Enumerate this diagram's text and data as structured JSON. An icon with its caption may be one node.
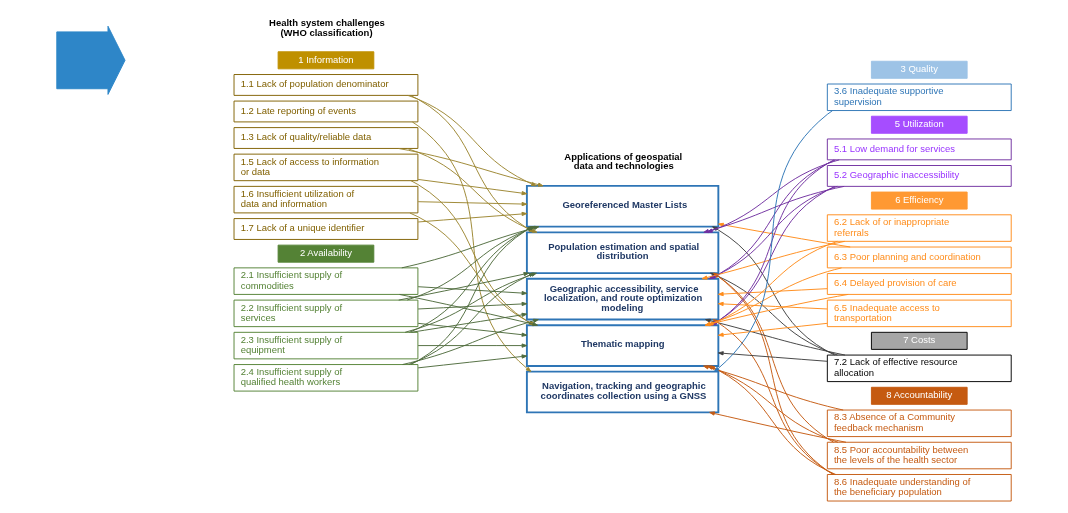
{
  "diagram": {
    "nodes": [
      {
        "text": [],
        "shape": "arrow"
      },
      {
        "text": [
          "1 Information"
        ]
      },
      {
        "text": [
          "1.1 Lack of population denominator"
        ]
      },
      {
        "text": [
          "1.2 Late reporting of events"
        ]
      },
      {
        "text": [
          "1.3 Lack of quality/reliable data"
        ]
      },
      {
        "text": [
          "1.5 Lack of access to information or data"
        ]
      },
      {
        "text": [
          "1.6 Insufficient utilization of data and information"
        ]
      },
      {
        "text": [
          "1.7 Lack of a unique identifier"
        ]
      },
      {
        "text": [
          "2 Availability"
        ]
      },
      {
        "text": [
          "2.1 Insufficient supply of commodities"
        ]
      },
      {
        "text": [
          "2.2 Insufficient supply of services"
        ]
      },
      {
        "text": [
          "2.3 Insufficient supply of equipment"
        ]
      },
      {
        "text": [
          "2.4 Insufficient supply of qualified health workers"
        ]
      },
      {
        "text": [
          "Georeferenced Master Lists"
        ]
      },
      {
        "text": [
          "Population estimation and spatial distribution"
        ]
      },
      {
        "text": [
          "Geographic accessibility, service localization, and route optimization modeling"
        ]
      },
      {
        "text": [
          "Thematic mapping"
        ]
      },
      {
        "text": [
          "Navigation, tracking and geographic coordinates collection using a GNSS"
        ]
      },
      {
        "text": [
          "3 Quality"
        ]
      },
      {
        "text": [
          "3.6 Inadequate supportive supervision"
        ]
      },
      {
        "text": [
          "5 Utilization"
        ]
      },
      {
        "text": [
          "5.1 Low demand for services"
        ]
      },
      {
        "text": [
          "5.2 Geographic inaccessibility"
        ]
      },
      {
        "text": [
          "6 Efficiency"
        ]
      },
      {
        "text": [
          "6.2 Lack of or inappropriate referrals"
        ]
      },
      {
        "text": [
          "6.3 Poor planning and coordination"
        ]
      },
      {
        "text": [
          "6.4 Delayed provision of care"
        ]
      },
      {
        "text": [
          "6.5 Inadequate access to transportation"
        ]
      },
      {
        "text": [
          "7 Costs"
        ]
      },
      {
        "text": [
          "7.2 Lack of effective resource allocation"
        ]
      },
      {
        "text": [
          "8 Accountability"
        ]
      },
      {
        "text": [
          "8.3 Absence of a Community feedback mechanism"
        ]
      },
      {
        "text": [
          "8.5 Poor accountability between the levels of the health sector"
        ]
      },
      {
        "text": [
          "8.6 Inadequate understanding of the beneficiary population"
        ]
      }
    ],
    "edges": [
      {
        "from": 2,
        "to": 13,
        "arrow": "to",
        "color": "#9c8530"
      },
      {
        "from": 2,
        "to": 14,
        "arrow": "to",
        "color": "#9c8530"
      },
      {
        "from": 3,
        "to": 17,
        "arrow": "to",
        "color": "#9c8530"
      },
      {
        "from": 4,
        "to": 13,
        "arrow": "to",
        "color": "#9c8530"
      },
      {
        "from": 4,
        "to": 14,
        "arrow": "to",
        "color": "#9c8530"
      },
      {
        "from": 5,
        "to": 13,
        "arrow": "to",
        "color": "#9c8530"
      },
      {
        "from": 5,
        "to": 16,
        "arrow": "to",
        "color": "#9c8530"
      },
      {
        "from": 6,
        "to": 13,
        "arrow": "to",
        "color": "#9c8530"
      },
      {
        "from": 6,
        "to": 16,
        "arrow": "to",
        "color": "#9c8530"
      },
      {
        "from": 7,
        "to": 13,
        "arrow": "to",
        "color": "#9c8530"
      },
      {
        "from": 9,
        "to": 13,
        "arrow": "to"
      },
      {
        "from": 9,
        "to": 15,
        "arrow": "to"
      },
      {
        "from": 9,
        "to": 16,
        "arrow": "to"
      },
      {
        "from": 10,
        "to": 13,
        "arrow": "to"
      },
      {
        "from": 10,
        "to": 14,
        "arrow": "to"
      },
      {
        "from": 10,
        "to": 15,
        "arrow": "to"
      },
      {
        "from": 10,
        "to": 16,
        "arrow": "to"
      },
      {
        "from": 11,
        "to": 13,
        "arrow": "to"
      },
      {
        "from": 11,
        "to": 14,
        "arrow": "to"
      },
      {
        "from": 11,
        "to": 15,
        "arrow": "to"
      },
      {
        "from": 11,
        "to": 16,
        "arrow": "to"
      },
      {
        "from": 12,
        "to": 13,
        "arrow": "to"
      },
      {
        "from": 12,
        "to": 14,
        "arrow": "to"
      },
      {
        "from": 12,
        "to": 15,
        "arrow": "to"
      },
      {
        "from": 12,
        "to": 16,
        "arrow": "to"
      },
      {
        "from": 19,
        "to": 17,
        "arrow": "to",
        "color": "#2e75b6"
      },
      {
        "from": 21,
        "to": 14,
        "arrow": "to",
        "color": "#7030a0"
      },
      {
        "from": 21,
        "to": 15,
        "arrow": "to",
        "color": "#7030a0"
      },
      {
        "from": 21,
        "to": 16,
        "arrow": "to",
        "color": "#7030a0"
      },
      {
        "from": 22,
        "to": 14,
        "arrow": "to",
        "color": "#7030a0"
      },
      {
        "from": 22,
        "to": 15,
        "arrow": "to",
        "color": "#7030a0"
      },
      {
        "from": 22,
        "to": 16,
        "arrow": "to",
        "color": "#7030a0"
      },
      {
        "from": 24,
        "to": 15,
        "arrow": "to",
        "color": "#ff8c1a"
      },
      {
        "from": 24,
        "to": 16,
        "arrow": "to",
        "color": "#ff8c1a"
      },
      {
        "from": 25,
        "to": 13,
        "arrow": "to",
        "color": "#ff8c1a"
      },
      {
        "from": 25,
        "to": 16,
        "arrow": "to",
        "color": "#ff8c1a"
      },
      {
        "from": 26,
        "to": 15,
        "arrow": "to",
        "color": "#ff8c1a"
      },
      {
        "from": 26,
        "to": 16,
        "arrow": "to",
        "color": "#ff8c1a"
      },
      {
        "from": 27,
        "to": 15,
        "arrow": "to",
        "color": "#ff8c1a"
      },
      {
        "from": 27,
        "to": 16,
        "arrow": "to",
        "color": "#ff8c1a"
      },
      {
        "from": 29,
        "to": 13,
        "arrow": "to",
        "color": "#404040"
      },
      {
        "from": 29,
        "to": 14,
        "arrow": "to",
        "color": "#404040"
      },
      {
        "from": 29,
        "to": 15,
        "arrow": "to",
        "color": "#404040"
      },
      {
        "from": 29,
        "to": 16,
        "arrow": "to",
        "color": "#404040"
      },
      {
        "from": 31,
        "to": 16,
        "arrow": "to",
        "color": "#c55a11"
      },
      {
        "from": 32,
        "to": 17,
        "arrow": "to",
        "color": "#c55a11"
      },
      {
        "from": 32,
        "to": 16,
        "arrow": "to",
        "color": "#c55a11"
      },
      {
        "from": 32,
        "to": 14,
        "arrow": "to",
        "color": "#c55a11"
      },
      {
        "from": 33,
        "to": 14,
        "arrow": "to",
        "color": "#c55a11"
      },
      {
        "from": 33,
        "to": 15,
        "arrow": "to",
        "color": "#c55a11"
      },
      {
        "from": 33,
        "to": 16,
        "arrow": "to",
        "color": "#c55a11"
      }
    ],
    "labels": [
      "Health system challenges (WHO classification)",
      "Applications of geospatial data and technologies"
    ]
  }
}
